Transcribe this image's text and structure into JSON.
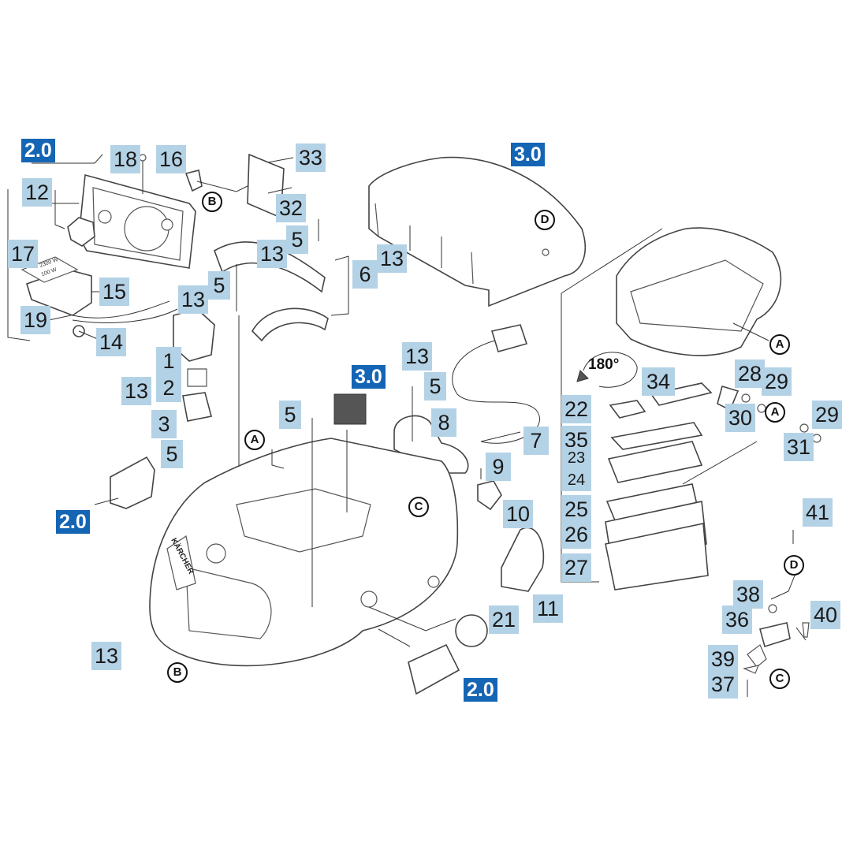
{
  "diagram": {
    "callouts": [
      {
        "id": "c18",
        "text": "18"
      },
      {
        "id": "c16",
        "text": "16"
      },
      {
        "id": "c33",
        "text": "33"
      },
      {
        "id": "c12",
        "text": "12"
      },
      {
        "id": "c32",
        "text": "32"
      },
      {
        "id": "c17",
        "text": "17"
      },
      {
        "id": "c15",
        "text": "15"
      },
      {
        "id": "c19",
        "text": "19"
      },
      {
        "id": "c14",
        "text": "14"
      },
      {
        "id": "c5a",
        "text": "5"
      },
      {
        "id": "c13a",
        "text": "13"
      },
      {
        "id": "c13b",
        "text": "13"
      },
      {
        "id": "c6",
        "text": "6"
      },
      {
        "id": "c5b",
        "text": "5"
      },
      {
        "id": "c13c",
        "text": "13"
      },
      {
        "id": "c1",
        "text": "1"
      },
      {
        "id": "c2",
        "text": "2"
      },
      {
        "id": "c13d",
        "text": "13"
      },
      {
        "id": "c3",
        "text": "3"
      },
      {
        "id": "c5c",
        "text": "5"
      },
      {
        "id": "c13e",
        "text": "13"
      },
      {
        "id": "c5d",
        "text": "5"
      },
      {
        "id": "c5e",
        "text": "5"
      },
      {
        "id": "c8",
        "text": "8"
      },
      {
        "id": "c7",
        "text": "7"
      },
      {
        "id": "c9",
        "text": "9"
      },
      {
        "id": "c10",
        "text": "10"
      },
      {
        "id": "c21",
        "text": "21"
      },
      {
        "id": "c11",
        "text": "11"
      },
      {
        "id": "c13f",
        "text": "13"
      },
      {
        "id": "c34",
        "text": "34"
      },
      {
        "id": "c28",
        "text": "28"
      },
      {
        "id": "c29a",
        "text": "29"
      },
      {
        "id": "c22",
        "text": "22"
      },
      {
        "id": "c30",
        "text": "30"
      },
      {
        "id": "c29b",
        "text": "29"
      },
      {
        "id": "c31",
        "text": "31"
      },
      {
        "id": "c35",
        "text": "35"
      },
      {
        "id": "c23",
        "text": "23"
      },
      {
        "id": "c24",
        "text": "24"
      },
      {
        "id": "c25",
        "text": "25"
      },
      {
        "id": "c26",
        "text": "26"
      },
      {
        "id": "c27",
        "text": "27"
      },
      {
        "id": "c41",
        "text": "41"
      },
      {
        "id": "c38",
        "text": "38"
      },
      {
        "id": "c36",
        "text": "36"
      },
      {
        "id": "c40",
        "text": "40"
      },
      {
        "id": "c39",
        "text": "39"
      },
      {
        "id": "c37",
        "text": "37"
      }
    ],
    "section_refs": [
      {
        "id": "r20a",
        "text": "2.0"
      },
      {
        "id": "r30a",
        "text": "3.0"
      },
      {
        "id": "r30b",
        "text": "3.0"
      },
      {
        "id": "r20b",
        "text": "2.0"
      },
      {
        "id": "r20c",
        "text": "2.0"
      }
    ],
    "markers": [
      {
        "id": "mB1",
        "text": "B"
      },
      {
        "id": "mD1",
        "text": "D"
      },
      {
        "id": "mA1",
        "text": "A"
      },
      {
        "id": "mA2",
        "text": "A"
      },
      {
        "id": "mC1",
        "text": "C"
      },
      {
        "id": "mA3",
        "text": "A"
      },
      {
        "id": "mB2",
        "text": "B"
      },
      {
        "id": "mD2",
        "text": "D"
      },
      {
        "id": "mC2",
        "text": "C"
      }
    ],
    "rotation_label": "180°",
    "label_texts": {
      "switch_plate_1": "2300 W",
      "switch_plate_2": "100 W",
      "brand": "KÄRCHER"
    },
    "colors": {
      "callout_bg": "#b4d2e6",
      "ref_bg": "#1565b5",
      "line": "#333333"
    }
  }
}
